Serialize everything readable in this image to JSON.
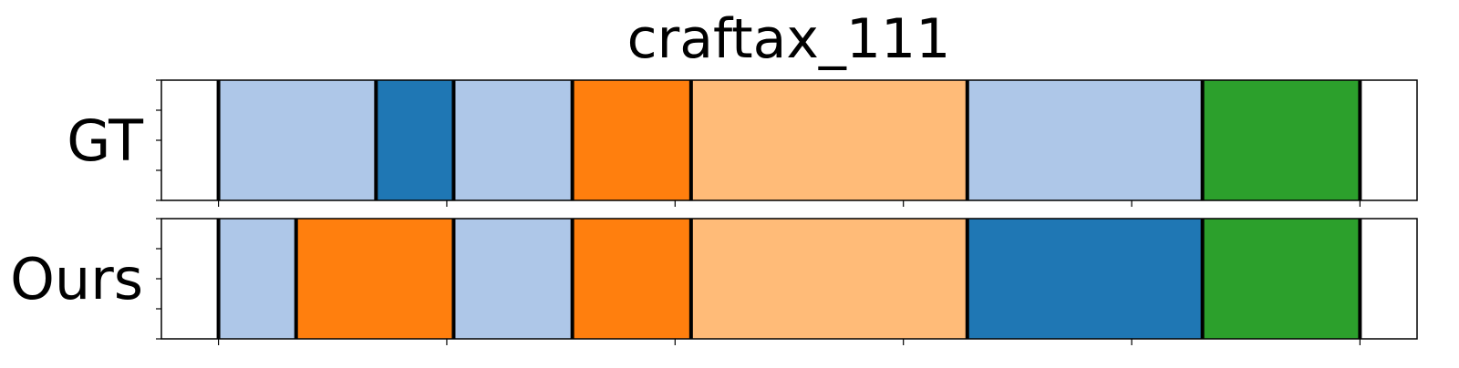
{
  "chart_data": {
    "type": "segmentation",
    "title": "craftax_111",
    "x_range": [
      -25,
      525
    ],
    "x_ticks": [
      0,
      100,
      200,
      300,
      400,
      500
    ],
    "x_tick_labels_visible": false,
    "y_tick_labels_visible": false,
    "rows": [
      {
        "label": "GT",
        "segments": [
          {
            "start": 0,
            "end": 69,
            "color": "#aec7e8"
          },
          {
            "start": 69,
            "end": 103,
            "color": "#1f77b4"
          },
          {
            "start": 103,
            "end": 155,
            "color": "#aec7e8"
          },
          {
            "start": 155,
            "end": 207,
            "color": "#ff7f0e"
          },
          {
            "start": 207,
            "end": 328,
            "color": "#ffbb78"
          },
          {
            "start": 328,
            "end": 431,
            "color": "#aec7e8"
          },
          {
            "start": 431,
            "end": 500,
            "color": "#2ca02c"
          }
        ]
      },
      {
        "label": "Ours",
        "segments": [
          {
            "start": 0,
            "end": 34,
            "color": "#aec7e8"
          },
          {
            "start": 34,
            "end": 103,
            "color": "#ff7f0e"
          },
          {
            "start": 103,
            "end": 155,
            "color": "#aec7e8"
          },
          {
            "start": 155,
            "end": 207,
            "color": "#ff7f0e"
          },
          {
            "start": 207,
            "end": 328,
            "color": "#ffbb78"
          },
          {
            "start": 328,
            "end": 431,
            "color": "#1f77b4"
          },
          {
            "start": 431,
            "end": 500,
            "color": "#2ca02c"
          }
        ]
      }
    ]
  }
}
